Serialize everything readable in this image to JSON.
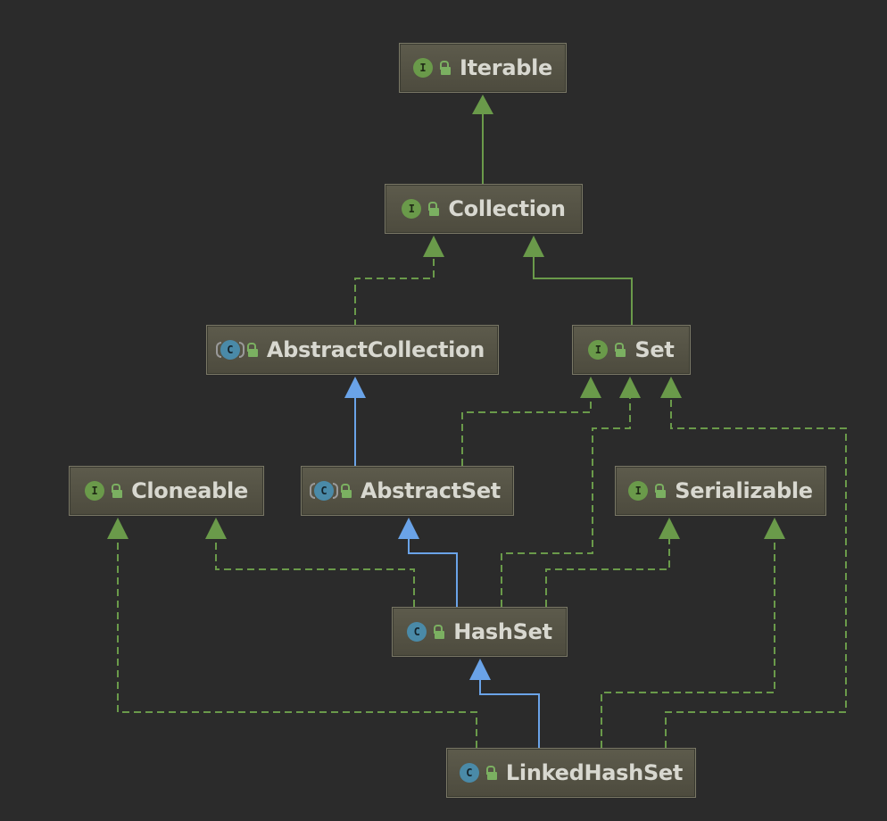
{
  "nodes": {
    "iterable": {
      "label": "Iterable",
      "kind": "interface",
      "badge": "I",
      "icon": "interface-icon"
    },
    "collection": {
      "label": "Collection",
      "kind": "interface",
      "badge": "I",
      "icon": "interface-icon"
    },
    "abstract_collection": {
      "label": "AbstractCollection",
      "kind": "abstract-class",
      "badge": "C",
      "icon": "abstract-class-icon"
    },
    "set": {
      "label": "Set",
      "kind": "interface",
      "badge": "I",
      "icon": "interface-icon"
    },
    "cloneable": {
      "label": "Cloneable",
      "kind": "interface",
      "badge": "I",
      "icon": "interface-icon"
    },
    "abstract_set": {
      "label": "AbstractSet",
      "kind": "abstract-class",
      "badge": "C",
      "icon": "abstract-class-icon"
    },
    "serializable": {
      "label": "Serializable",
      "kind": "interface",
      "badge": "I",
      "icon": "interface-icon"
    },
    "hash_set": {
      "label": "HashSet",
      "kind": "class",
      "badge": "C",
      "icon": "class-icon"
    },
    "linked_hash_set": {
      "label": "LinkedHashSet",
      "kind": "class",
      "badge": "C",
      "icon": "class-icon"
    }
  },
  "edges": [
    {
      "from": "collection",
      "to": "iterable",
      "relation": "extends-interface"
    },
    {
      "from": "abstract_collection",
      "to": "collection",
      "relation": "implements"
    },
    {
      "from": "set",
      "to": "collection",
      "relation": "extends-interface"
    },
    {
      "from": "abstract_set",
      "to": "abstract_collection",
      "relation": "extends-class"
    },
    {
      "from": "abstract_set",
      "to": "set",
      "relation": "implements"
    },
    {
      "from": "hash_set",
      "to": "abstract_set",
      "relation": "extends-class"
    },
    {
      "from": "hash_set",
      "to": "set",
      "relation": "implements"
    },
    {
      "from": "hash_set",
      "to": "cloneable",
      "relation": "implements"
    },
    {
      "from": "hash_set",
      "to": "serializable",
      "relation": "implements"
    },
    {
      "from": "linked_hash_set",
      "to": "hash_set",
      "relation": "extends-class"
    },
    {
      "from": "linked_hash_set",
      "to": "set",
      "relation": "implements"
    },
    {
      "from": "linked_hash_set",
      "to": "cloneable",
      "relation": "implements"
    },
    {
      "from": "linked_hash_set",
      "to": "serializable",
      "relation": "implements"
    }
  ],
  "colors": {
    "background": "#2b2b2b",
    "node_fill": "#55533f",
    "interface_edge": "#6a9a4a",
    "class_edge": "#6aa3e8",
    "interface_badge": "#6a9a4a",
    "class_badge": "#4a8aa8",
    "lock": "#7bb061",
    "label": "#d8d8d0"
  }
}
